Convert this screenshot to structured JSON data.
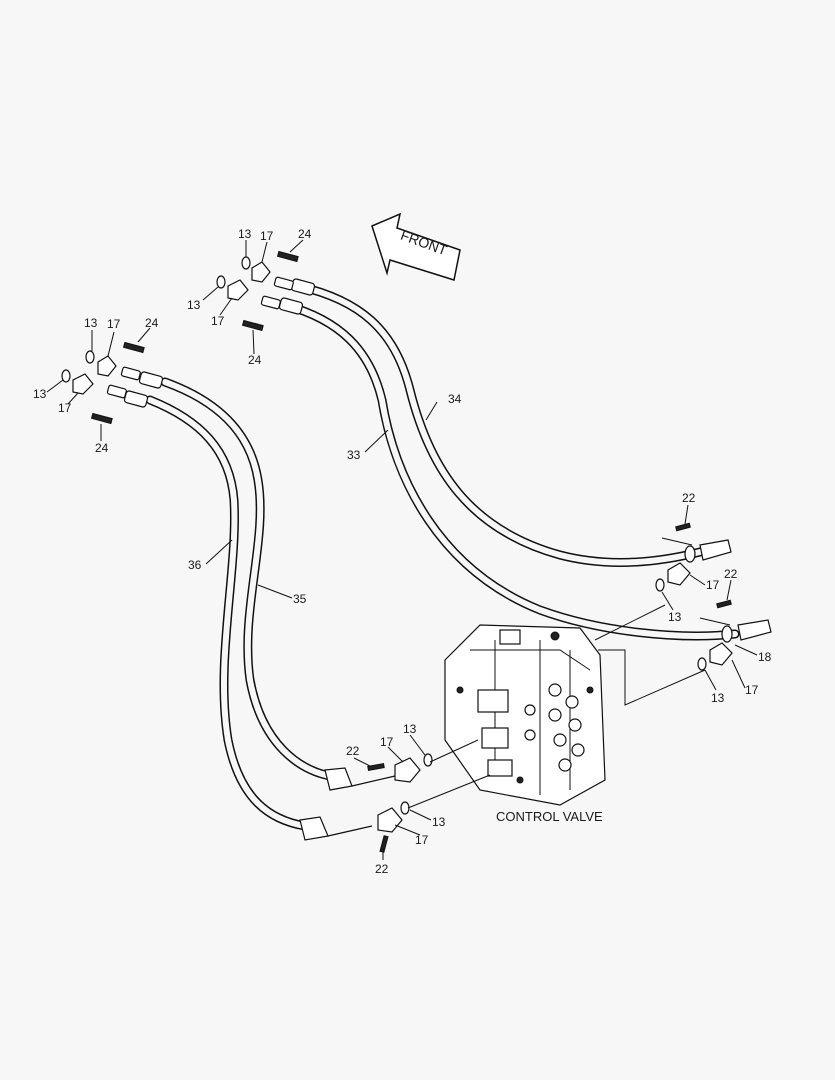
{
  "front_label": "FRONT",
  "control_valve_label": "CONTROL VALVE",
  "callouts": {
    "c13_a": "13",
    "c17_a": "17",
    "c24_a": "24",
    "c13_b": "13",
    "c17_b": "17",
    "c24_b": "24",
    "c13_c": "13",
    "c17_c": "17",
    "c24_c": "24",
    "c13_d": "13",
    "c17_d": "17",
    "c24_d": "24",
    "c34": "34",
    "c33": "33",
    "c36": "36",
    "c35": "35",
    "c22_e": "22",
    "c17_e": "17",
    "c13_e": "13",
    "c22_f": "22",
    "c18_f": "18",
    "c17_f": "17",
    "c13_f": "13",
    "c22_g": "22",
    "c17_g": "17",
    "c13_g": "13",
    "c13_h": "13",
    "c17_h": "17",
    "c22_h": "22"
  }
}
